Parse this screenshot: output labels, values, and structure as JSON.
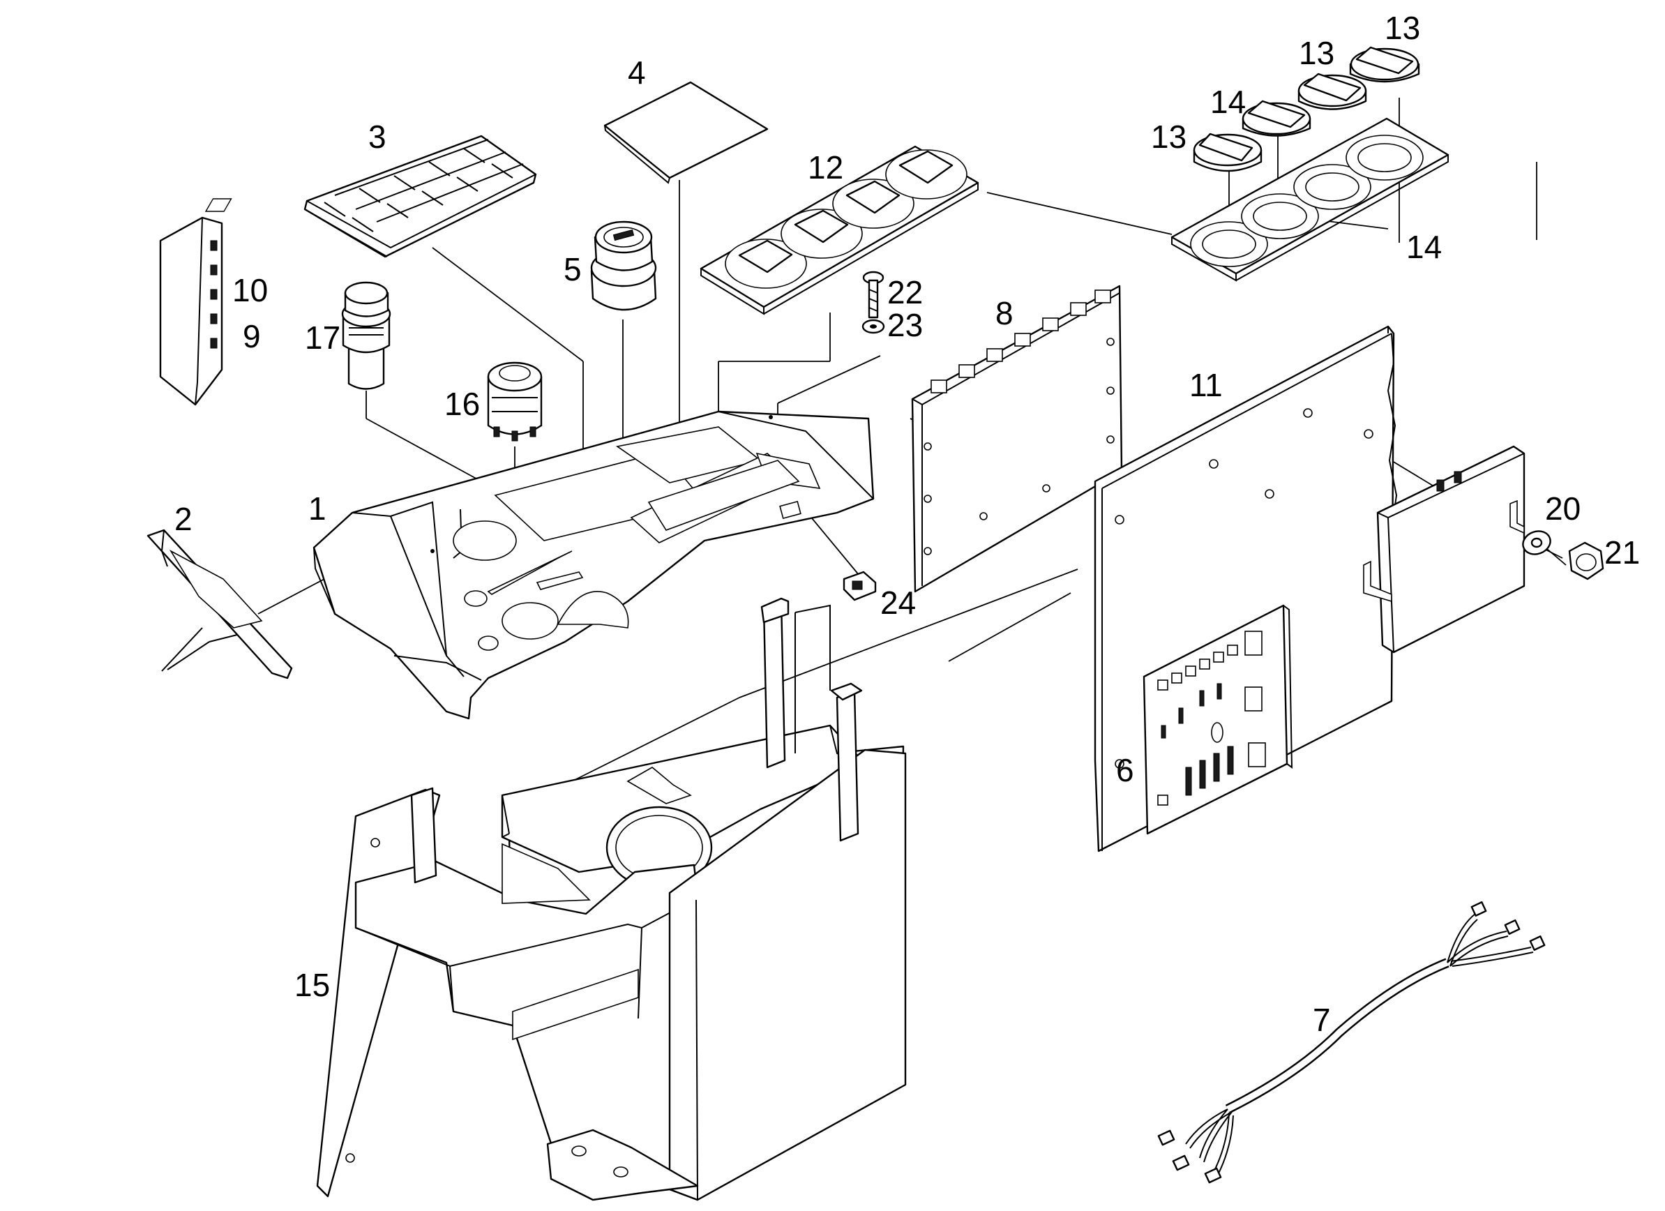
{
  "title": "",
  "callouts": [
    {
      "id": "c1",
      "text": "1"
    },
    {
      "id": "c2",
      "text": "2"
    },
    {
      "id": "c3",
      "text": "3"
    },
    {
      "id": "c4",
      "text": "4"
    },
    {
      "id": "c5",
      "text": "5"
    },
    {
      "id": "c6",
      "text": "6"
    },
    {
      "id": "c7",
      "text": "7"
    },
    {
      "id": "c8",
      "text": "8"
    },
    {
      "id": "c9",
      "text": "9"
    },
    {
      "id": "c10",
      "text": "10"
    },
    {
      "id": "c11",
      "text": "11"
    },
    {
      "id": "c12",
      "text": "12"
    },
    {
      "id": "c13a",
      "text": "13"
    },
    {
      "id": "c13b",
      "text": "13"
    },
    {
      "id": "c13c",
      "text": "13"
    },
    {
      "id": "c14a",
      "text": "14"
    },
    {
      "id": "c14b",
      "text": "14"
    },
    {
      "id": "c15",
      "text": "15"
    },
    {
      "id": "c16",
      "text": "16"
    },
    {
      "id": "c17",
      "text": "17"
    },
    {
      "id": "c20",
      "text": "20"
    },
    {
      "id": "c21",
      "text": "21"
    },
    {
      "id": "c22",
      "text": "22"
    },
    {
      "id": "c23",
      "text": "23"
    },
    {
      "id": "c24",
      "text": "24"
    }
  ]
}
